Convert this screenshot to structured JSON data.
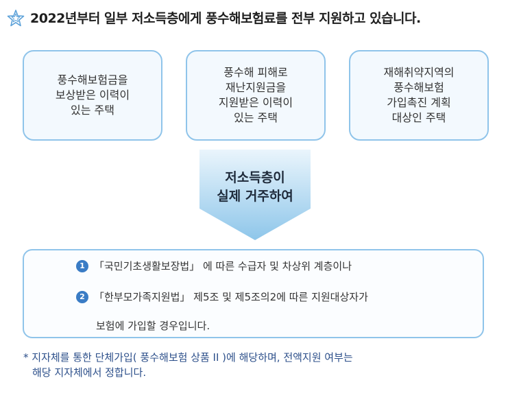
{
  "headline": "2022년부터 일부 저소득층에게 풍수해보험료를 전부 지원하고 있습니다.",
  "eligible_housing": [
    "풍수해보험금을\n보상받은 이력이\n있는 주택",
    "풍수해 피해로\n재난지원금을\n지원받은 이력이\n있는 주택",
    "재해취약지역의\n풍수해보험\n가입촉진 계획\n대상인 주택"
  ],
  "arrow_text": "저소득층이\n실제 거주하여",
  "conditions": {
    "item1_num": "1",
    "item1": "「국민기초생활보장법」 에 따른 수급자 및 차상위 계층이나",
    "item2_num": "2",
    "item2": "「한부모가족지원법」 제5조 및 제5조의2에 따른 지원대상자가",
    "item2_cont": "보험에 가입할 경우입니다."
  },
  "footnote": {
    "line1": "* 지자체를 통한 단체가입( 풍수해보험 상품 II )에 해당하며, 전액지원 여부는",
    "line2": "해당 지자체에서 정합니다."
  },
  "colors": {
    "box_border": "#8fc4ea",
    "box_fill": "#f3f9fe",
    "arrow_top": "#e3f1fb",
    "arrow_bottom": "#8ec6ea",
    "number_badge": "#3a7cc5",
    "footnote_text": "#2c4f8a"
  },
  "icons": {
    "headline_icon": "star-outline-icon"
  }
}
